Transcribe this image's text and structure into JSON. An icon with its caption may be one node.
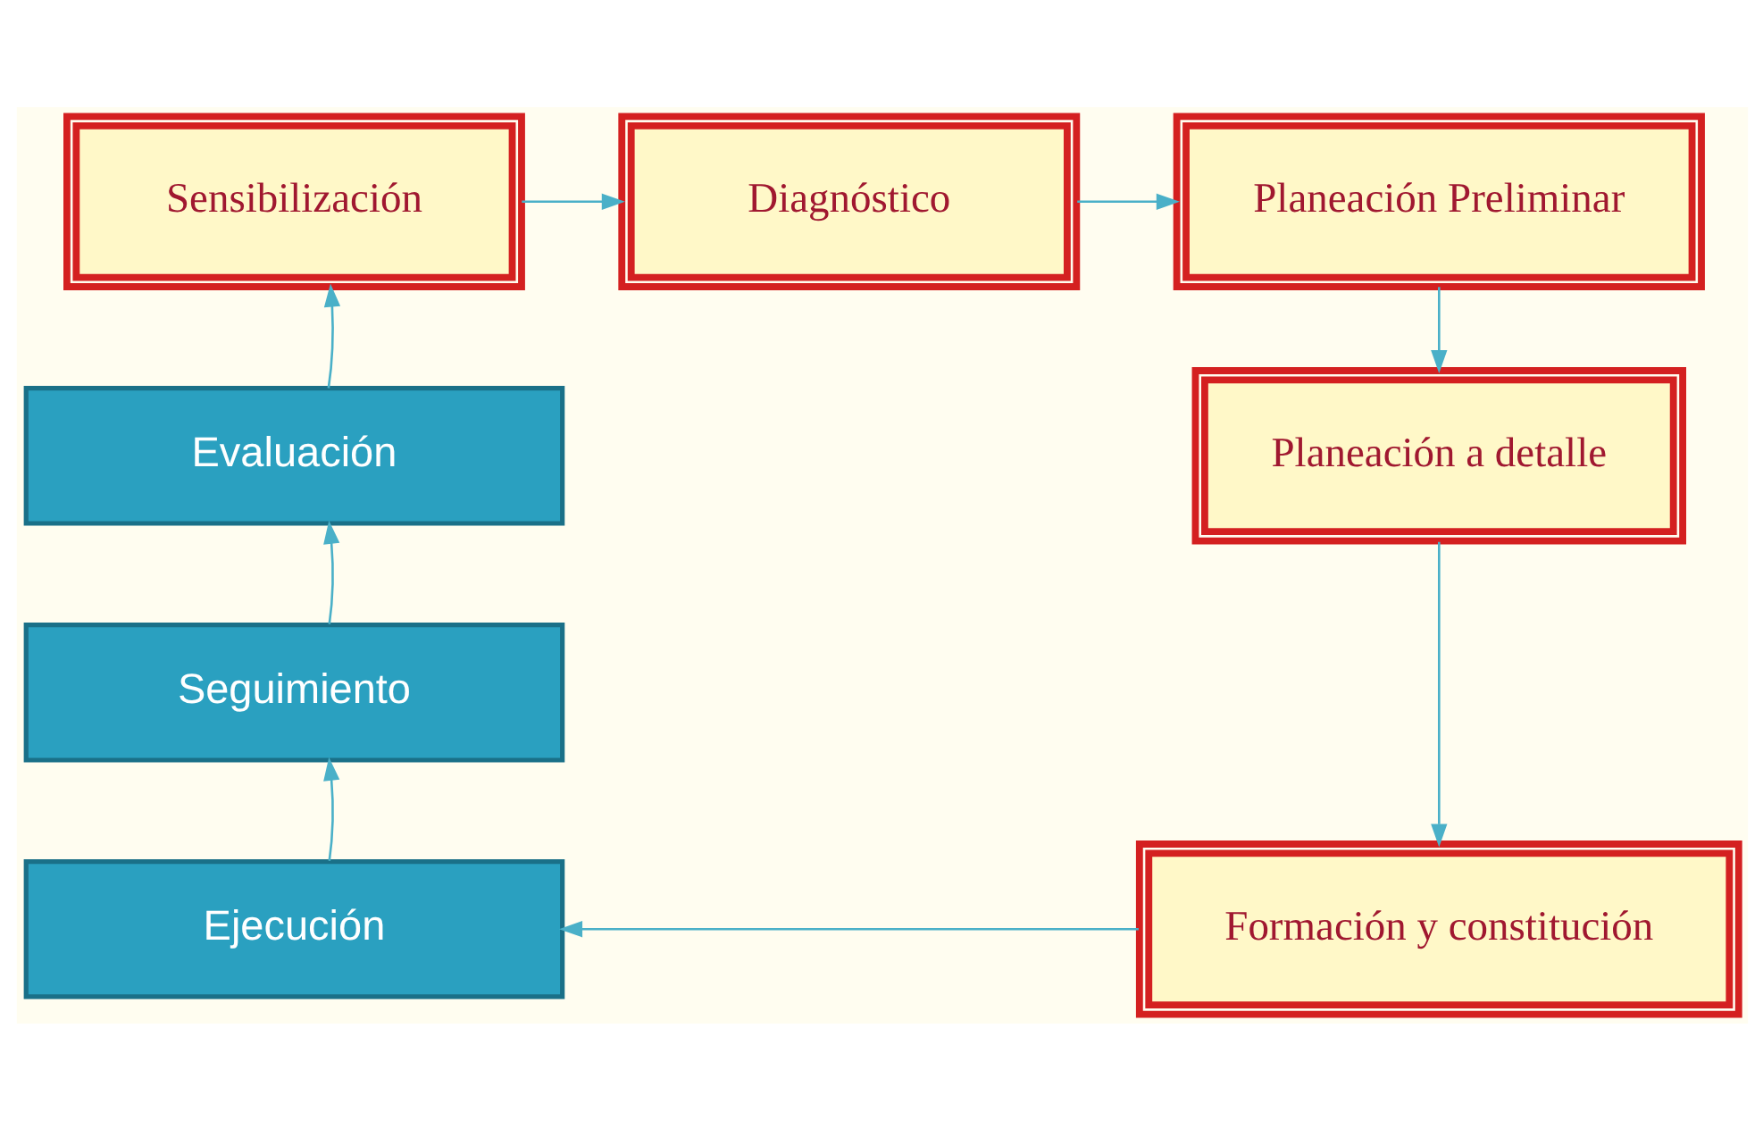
{
  "diagram": {
    "nodes": [
      {
        "text": [
          "Sensibilización"
        ]
      },
      {
        "text": [
          "Diagnóstico"
        ]
      },
      {
        "text": [
          "Planeación Preliminar"
        ]
      },
      {
        "text": [
          "Planeación a detalle"
        ]
      },
      {
        "text": [
          "Formación y constitución"
        ]
      },
      {
        "text": [
          "Ejecución"
        ]
      },
      {
        "text": [
          "Seguimiento"
        ]
      },
      {
        "text": [
          "Evaluación"
        ]
      }
    ],
    "edges": [
      {
        "from": 0,
        "to": 1,
        "arrow": "to"
      },
      {
        "from": 1,
        "to": 2,
        "arrow": "to"
      },
      {
        "from": 2,
        "to": 3,
        "arrow": "to"
      },
      {
        "from": 3,
        "to": 4,
        "arrow": "to"
      },
      {
        "from": 4,
        "to": 5,
        "arrow": "to"
      },
      {
        "from": 5,
        "to": 6,
        "arrow": "to"
      },
      {
        "from": 6,
        "to": 7,
        "arrow": "to"
      },
      {
        "from": 7,
        "to": 0,
        "arrow": "to"
      }
    ]
  }
}
